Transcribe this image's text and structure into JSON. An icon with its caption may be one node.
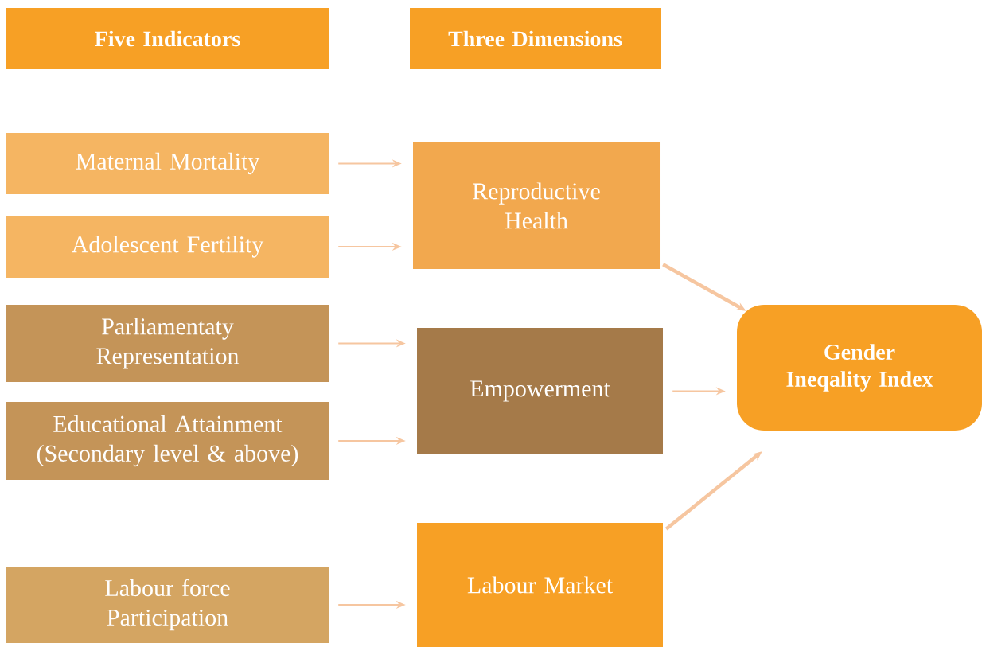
{
  "diagram": {
    "nodes": [
      {
        "text": [
          "Five Indicators"
        ]
      },
      {
        "text": [
          "Three Dimensions"
        ]
      },
      {
        "text": [
          "Maternal Mortality"
        ]
      },
      {
        "text": [
          "Adolescent Fertility"
        ]
      },
      {
        "text": [
          "Parliamentaty Representation"
        ]
      },
      {
        "text": [
          "Educational Attainment (Secondary level & above)"
        ]
      },
      {
        "text": [
          "Labour force Participation"
        ]
      },
      {
        "text": [
          "Reproductive Health"
        ]
      },
      {
        "text": [
          "Empowerment"
        ]
      },
      {
        "text": [
          "Labour Market"
        ]
      },
      {
        "text": [
          "Gender Ineqality Index"
        ]
      }
    ],
    "edges": [
      {
        "from": 2,
        "to": 7,
        "arrow": "to"
      },
      {
        "from": 3,
        "to": 7,
        "arrow": "to"
      },
      {
        "from": 4,
        "to": 8,
        "arrow": "to"
      },
      {
        "from": 5,
        "to": 8,
        "arrow": "to"
      },
      {
        "from": 6,
        "to": 9,
        "arrow": "to"
      },
      {
        "from": 7,
        "to": 10,
        "arrow": "to",
        "style": "thick"
      },
      {
        "from": 8,
        "to": 10,
        "arrow": "to"
      },
      {
        "from": 9,
        "to": 10,
        "arrow": "to",
        "style": "thick"
      }
    ]
  }
}
